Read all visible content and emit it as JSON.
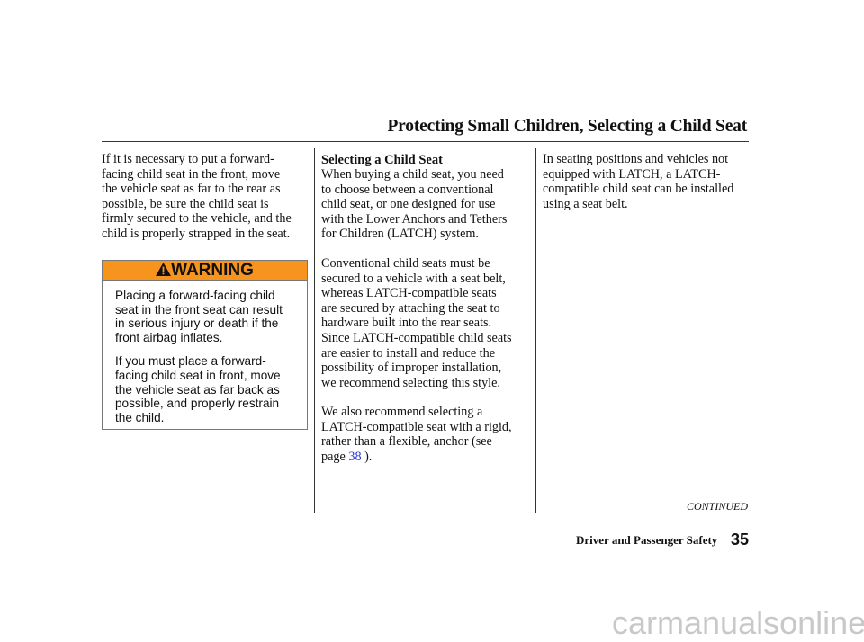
{
  "header": {
    "title": "Protecting Small Children, Selecting a Child Seat"
  },
  "left": {
    "intro": "If it is necessary to put a forward-\nfacing child seat in the front, move\nthe vehicle seat as far to the rear as\npossible, be sure the child seat is\nfirmly secured to the vehicle, and the\nchild is properly strapped in the seat.",
    "warning": {
      "icon": "warning-triangle-icon",
      "label": "WARNING",
      "p1": "Placing a forward-facing child\nseat in the front seat can result\nin serious injury or death if the\nfront airbag inflates.",
      "p2": "If you must place a forward-\nfacing child seat in front, move\nthe vehicle seat as far back as\npossible, and properly restrain\nthe child."
    }
  },
  "middle": {
    "heading": "Selecting a Child Seat",
    "p1": "When buying a child seat, you need\nto choose between a conventional\nchild seat, or one designed for use\nwith the Lower Anchors and Tethers\nfor Children (LATCH) system.",
    "p2": "Conventional child seats must be\nsecured to a vehicle with a seat belt,\nwhereas LATCH-compatible seats\nare secured by attaching the seat to\nhardware built into the rear seats.",
    "p3": "Since LATCH-compatible child seats\nare easier to install and reduce the\npossibility of improper installation,\nwe recommend selecting this style.",
    "p4": "We also recommend selecting a\nLATCH-compatible seat with a rigid,\nrather than a flexible, anchor (see\npage ",
    "p4_link": "38",
    "p4_end": " )."
  },
  "right": {
    "p1": "In seating positions and vehicles not\nequipped with LATCH, a LATCH-\ncompatible child seat can be installed\nusing a seat belt."
  },
  "continued": "CONTINUED",
  "footer": {
    "section": "Driver and Passenger Safety",
    "page": "35"
  },
  "watermark": "carmanualsonline.info",
  "colors": {
    "warning": "#f7941d",
    "link": "#2a35d8"
  }
}
